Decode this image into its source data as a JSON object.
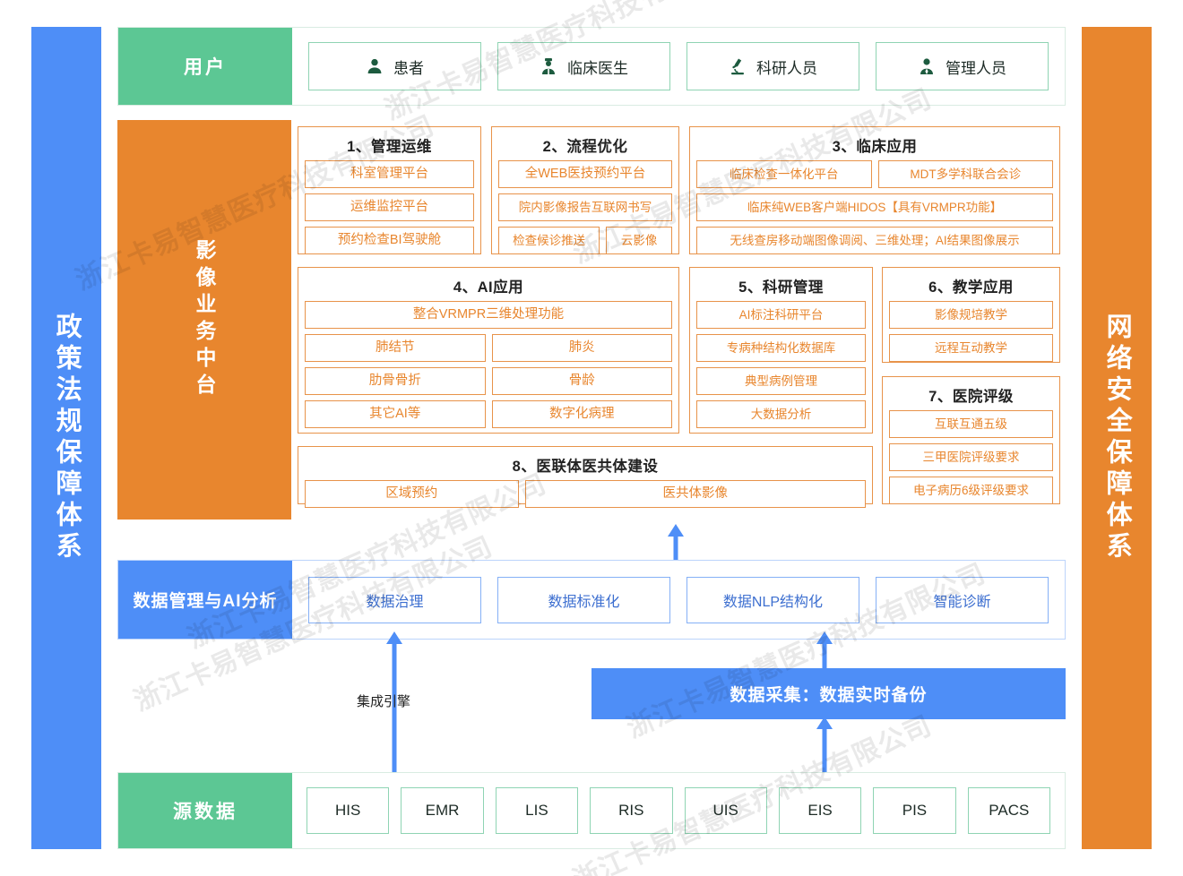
{
  "side_bars": {
    "left": {
      "label": "政策法规保障体系",
      "color": "#4e8ef7"
    },
    "right": {
      "label": "网络安全保障体系",
      "color": "#e8862e"
    }
  },
  "watermark": {
    "text": "浙江卡易智慧医疗科技有限公司"
  },
  "users_row": {
    "label": "用户",
    "color": "#5cc794",
    "items": [
      {
        "label": "患者",
        "icon": "person-icon"
      },
      {
        "label": "临床医生",
        "icon": "doctor-icon"
      },
      {
        "label": "科研人员",
        "icon": "microscope-icon"
      },
      {
        "label": "管理人员",
        "icon": "admin-person-icon"
      }
    ]
  },
  "middle_row": {
    "label": "影像业务中台",
    "color": "#e8862e",
    "groups": [
      {
        "title": "1、管理运维",
        "rows": [
          [
            "科室管理平台"
          ],
          [
            "运维监控平台"
          ],
          [
            "预约检查BI驾驶舱"
          ]
        ]
      },
      {
        "title": "2、流程优化",
        "rows": [
          [
            "全WEB医技预约平台"
          ],
          [
            "院内影像报告互联网书写"
          ],
          [
            "检查候诊推送",
            "云影像"
          ]
        ]
      },
      {
        "title": "3、临床应用",
        "rows": [
          [
            "临床检查一体化平台",
            "MDT多学科联合会诊"
          ],
          [
            "临床纯WEB客户端HIDOS【具有VRMPR功能】"
          ],
          [
            "无线查房移动端图像调阅、三维处理；AI结果图像展示"
          ]
        ]
      },
      {
        "title": "4、AI应用",
        "rows": [
          [
            "整合VRMPR三维处理功能"
          ],
          [
            "肺结节",
            "肺炎"
          ],
          [
            "肋骨骨折",
            "骨龄"
          ],
          [
            "其它AI等",
            "数字化病理"
          ]
        ]
      },
      {
        "title": "5、科研管理",
        "rows": [
          [
            "AI标注科研平台"
          ],
          [
            "专病种结构化数据库"
          ],
          [
            "典型病例管理"
          ],
          [
            "大数据分析"
          ]
        ]
      },
      {
        "title": "6、教学应用",
        "rows": [
          [
            "影像规培教学"
          ],
          [
            "远程互动教学"
          ]
        ]
      },
      {
        "title": "7、医院评级",
        "rows": [
          [
            "互联互通五级"
          ],
          [
            "三甲医院评级要求"
          ],
          [
            "电子病历6级评级要求"
          ]
        ]
      },
      {
        "title": "8、医联体医共体建设",
        "rows": [
          [
            "区域预约",
            "医共体影像"
          ]
        ]
      }
    ]
  },
  "data_mgmt_row": {
    "label": "数据管理与AI分析",
    "color": "#4e8ef7",
    "items": [
      "数据治理",
      "数据标准化",
      "数据NLP结构化",
      "智能诊断"
    ]
  },
  "gap_row": {
    "engine_label": "集成引擎",
    "collect_band": {
      "label": "数据采集：数据实时备份",
      "color": "#4e8ef7"
    }
  },
  "source_row": {
    "label": "源数据",
    "color": "#5cc794",
    "items": [
      "HIS",
      "EMR",
      "LIS",
      "RIS",
      "UIS",
      "EIS",
      "PIS",
      "PACS"
    ]
  }
}
